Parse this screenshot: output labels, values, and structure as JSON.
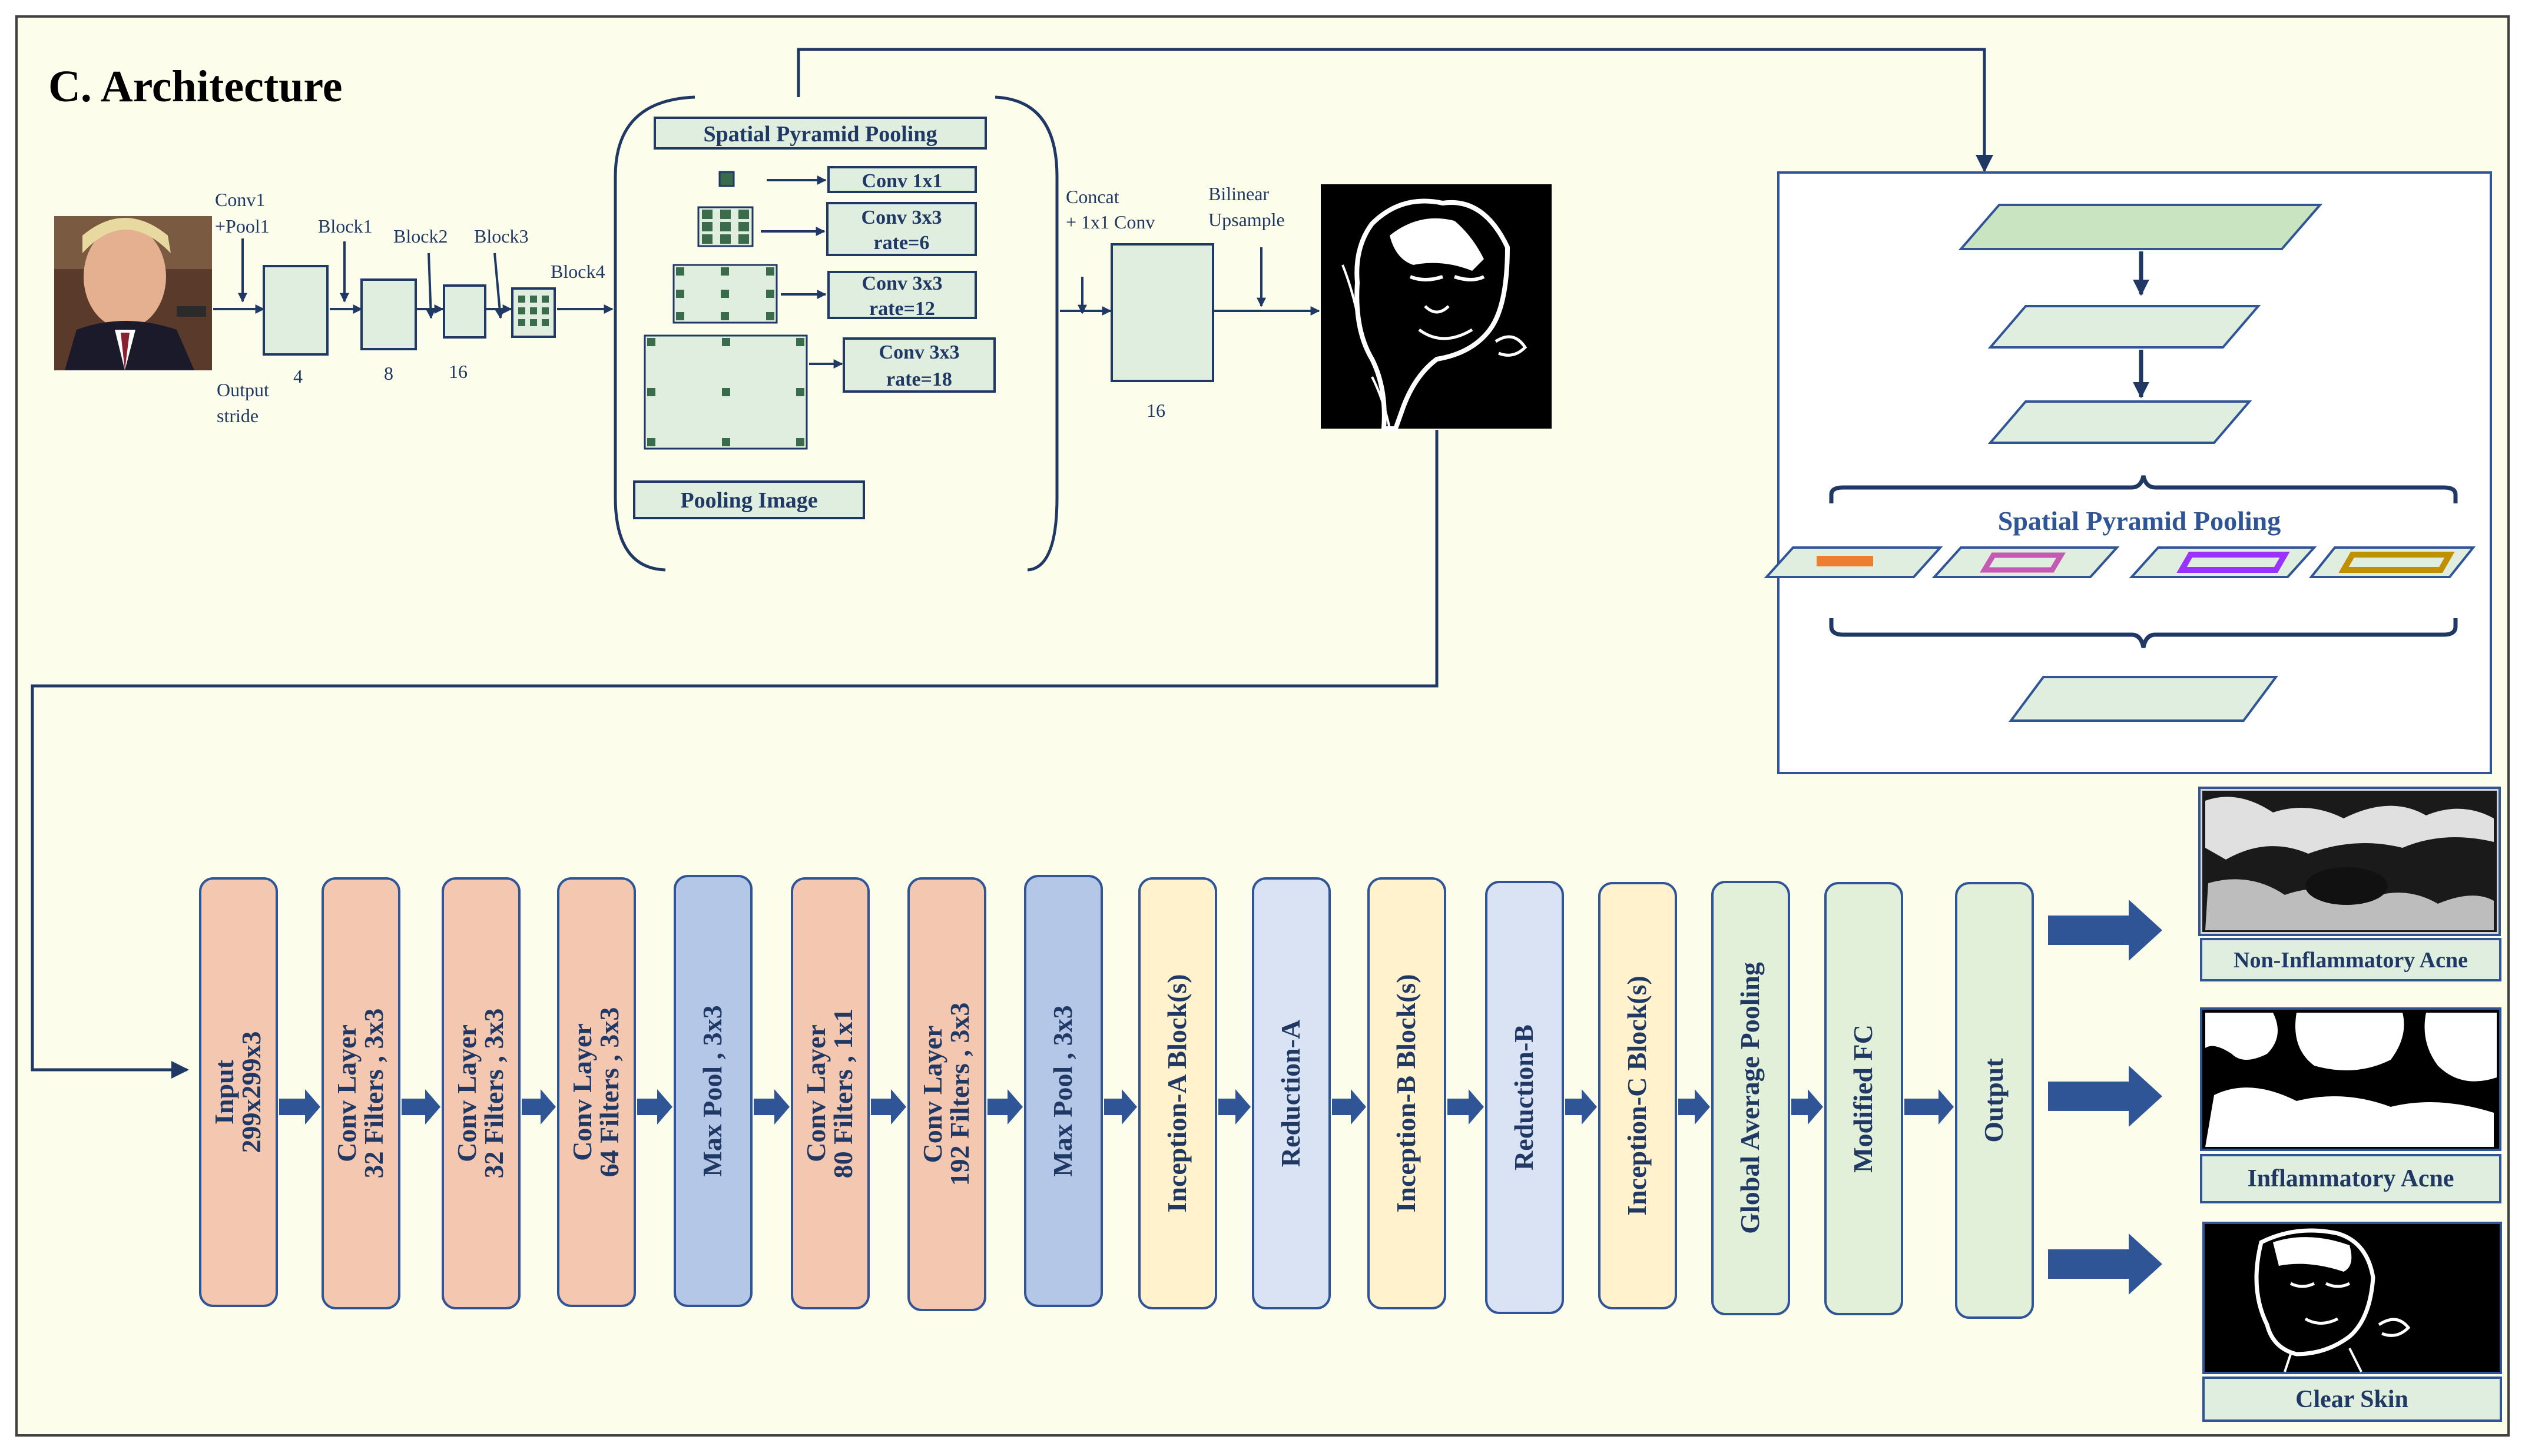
{
  "title": "C. Architecture",
  "colors": {
    "panel_bg": "#fdfdeb",
    "light_green": "#dfeede",
    "navy": "#1f3864",
    "arrow_blue": "#2f5597",
    "peach": "#f4c7b0",
    "lavender": "#b4c7e7",
    "light_blue": "#dae3f3",
    "cream": "#fff2cc",
    "mint": "#e2f0d9",
    "label_text": "#1f3864"
  },
  "deeplab": {
    "top_labels": [
      "Conv1",
      "+Pool1",
      "Block1",
      "Block2",
      "Block3",
      "Block4"
    ],
    "output_stride_label": [
      "Output",
      "stride"
    ],
    "stride_values": [
      "4",
      "8",
      "16"
    ],
    "spp_title": "Spatial Pyramid Pooling",
    "conv_labels": [
      [
        "Conv 1x1"
      ],
      [
        "Conv 3x3",
        "rate=6"
      ],
      [
        "Conv 3x3",
        "rate=12"
      ],
      [
        "Conv 3x3",
        "rate=18"
      ]
    ],
    "pooling_image": "Pooling Image",
    "concat_label": [
      "Concat",
      "+ 1x1 Conv"
    ],
    "concat_value": "16",
    "upsample_label": [
      "Bilinear",
      "Upsample"
    ]
  },
  "spp_panel": {
    "label": "Spatial Pyramid Pooling"
  },
  "pipeline": {
    "layers": [
      {
        "lines": [
          "Input",
          "299x299x3"
        ],
        "style": "peach"
      },
      {
        "lines": [
          "Conv Layer",
          "32 Filters , 3x3"
        ],
        "style": "peach"
      },
      {
        "lines": [
          "Conv Layer",
          "32 Filters , 3x3"
        ],
        "style": "peach"
      },
      {
        "lines": [
          "Conv Layer",
          "64 Filters , 3x3"
        ],
        "style": "peach"
      },
      {
        "lines": [
          "Max Pool , 3x3"
        ],
        "style": "lavender"
      },
      {
        "lines": [
          "Conv Layer",
          "80 Filters , 1x1"
        ],
        "style": "peach"
      },
      {
        "lines": [
          "Conv Layer",
          "192 Filters , 3x3"
        ],
        "style": "peach"
      },
      {
        "lines": [
          "Max Pool , 3x3"
        ],
        "style": "lavender"
      },
      {
        "lines": [
          "Inception-A Block(s)"
        ],
        "style": "cream"
      },
      {
        "lines": [
          "Reduction-A"
        ],
        "style": "light_blue"
      },
      {
        "lines": [
          "Inception-B Block(s)"
        ],
        "style": "cream"
      },
      {
        "lines": [
          "Reduction-B"
        ],
        "style": "light_blue"
      },
      {
        "lines": [
          "Inception-C Block(s)"
        ],
        "style": "cream"
      },
      {
        "lines": [
          "Global Average Pooling"
        ],
        "style": "mint"
      },
      {
        "lines": [
          "Modified FC"
        ],
        "style": "mint"
      },
      {
        "lines": [
          "Output"
        ],
        "style": "mint"
      }
    ],
    "outputs": [
      "Non-Inflammatory Acne",
      "Inflammatory Acne",
      "Clear Skin"
    ]
  }
}
